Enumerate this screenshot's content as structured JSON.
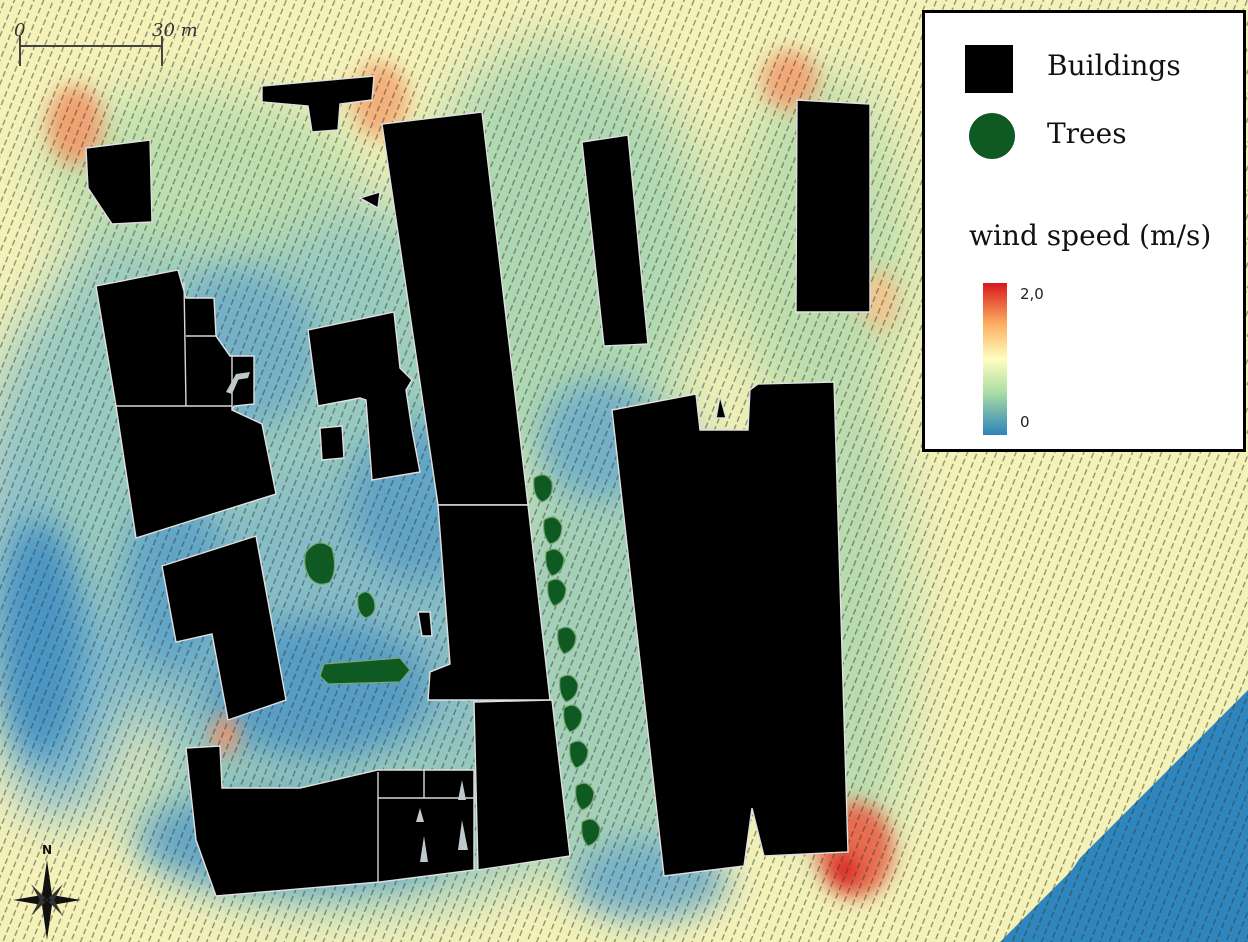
{
  "map": {
    "colors": {
      "high": "#d7191c",
      "mid_high": "#fdae61",
      "mid": "#ffffbf",
      "mid_low": "#abdda4",
      "low": "#2b83ba",
      "buildings": "#000000",
      "trees": "#0f5a23"
    },
    "scale_bar": {
      "start_label": "0",
      "end_label": "30 m"
    },
    "north_arrow": {
      "label": "N",
      "icon": "north-arrow-icon"
    }
  },
  "legend": {
    "buildings_label": "Buildings",
    "trees_label": "Trees",
    "wind_title": "wind speed (m/s)",
    "ramp_max_label": "2,0",
    "ramp_min_label": "0",
    "ramp_range": [
      0,
      2.0
    ]
  }
}
